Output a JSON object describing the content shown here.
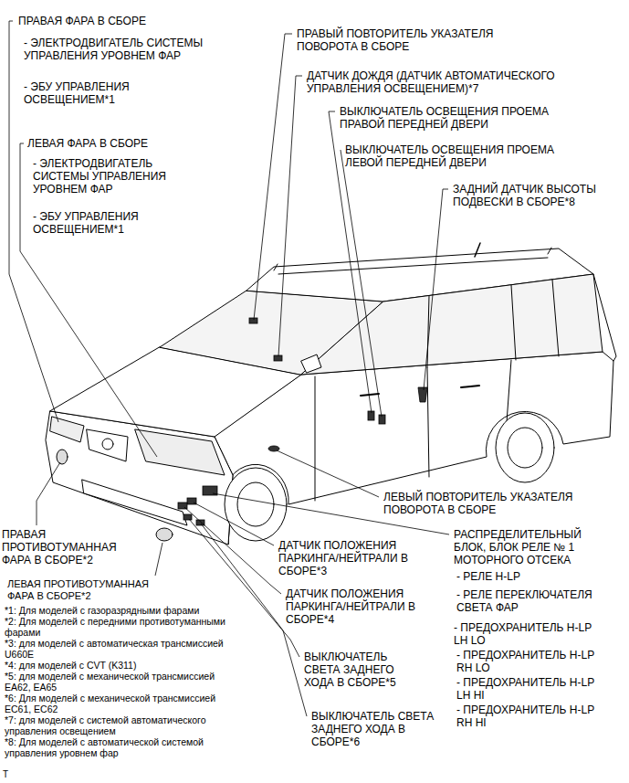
{
  "diagram": {
    "labels": [
      "ПРАВАЯ ФАРА В СБОРЕ",
      "- ЭЛЕКТРОДВИГАТЕЛЬ СИСТЕМЫ УПРАВЛЕНИЯ УРОВНЕМ ФАР",
      "- ЭБУ УПРАВЛЕНИЯ ОСВЕЩЕНИЕМ*1",
      "ЛЕВАЯ ФАРА В СБОРЕ",
      "- ЭЛЕКТРОДВИГАТЕЛЬ СИСТЕМЫ УПРАВЛЕНИЯ УРОВНЕМ ФАР",
      "- ЭБУ УПРАВЛЕНИЯ ОСВЕЩЕНИЕМ*1",
      "ПРАВЫЙ ПОВТОРИТЕЛЬ УКАЗАТЕЛЯ ПОВОРОТА В СБОРЕ",
      "ДАТЧИК ДОЖДЯ (ДАТЧИК АВТОМАТИЧЕСКОГО УПРАВЛЕНИЯ ОСВЕЩЕНИЕМ)*7",
      "ВЫКЛЮЧАТЕЛЬ ОСВЕЩЕНИЯ ПРОЕМА ПРАВОЙ ПЕРЕДНЕЙ ДВЕРИ",
      "ВЫКЛЮЧАТЕЛЬ ОСВЕЩЕНИЯ ПРОЕМА ЛЕВОЙ ПЕРЕДНЕЙ ДВЕРИ",
      "ЗАДНИЙ ДАТЧИК ВЫСОТЫ ПОДВЕСКИ В СБОРЕ*8",
      "ЛЕВЫЙ ПОВТОРИТЕЛЬ УКАЗАТЕЛЯ ПОВОРОТА В СБОРЕ",
      "ПРАВАЯ ПРОТИВОТУМАННАЯ ФАРА В СБОРЕ*2",
      "ДАТЧИК ПОЛОЖЕНИЯ ПАРКИНГА/НЕЙТРАЛИ В СБОРЕ*3",
      "РАСПРЕДЕЛИТЕЛЬНЫЙ БЛОК, БЛОК РЕЛЕ № 1 МОТОРНОГО ОТСЕКА",
      "- РЕЛЕ H-LP",
      "- РЕЛЕ ПЕРЕКЛЮЧАТЕЛЯ СВЕТА ФАР",
      "- ПРЕДОХРАНИТЕЛЬ H-LP LH LO",
      "- ПРЕДОХРАНИТЕЛЬ H-LP RH LO",
      "- ПРЕДОХРАНИТЕЛЬ H-LP LH HI",
      "- ПРЕДОХРАНИТЕЛЬ H-LP RH HI",
      "ЛЕВАЯ ПРОТИВОТУМАННАЯ ФАРА В СБОРЕ*2",
      "ДАТЧИК ПОЛОЖЕНИЯ ПАРКИНГА/НЕЙТРАЛИ В СБОРЕ*4",
      "ВЫКЛЮЧАТЕЛЬ СВЕТА ЗАДНЕГО ХОДА В СБОРЕ*5",
      "ВЫКЛЮЧАТЕЛЬ СВЕТА ЗАДНЕГО ХОДА В СБОРЕ*6",
      "*1: Для моделей с газоразрядными фарами",
      "*2: Для моделей с передними противотуманными фарами",
      "*3: для моделей с автоматическая трансмиссией U660E",
      "*4: для моделей с CVT (K311)",
      "*5: для моделей с механической трансмиссией EA62, EA65",
      "*6: Для моделей с механической трансмиссией EC61, EC62",
      "*7: для моделей с системой автоматического управления освещением",
      "*8: Для моделей с автоматической системой управления уровнем фар",
      "T"
    ]
  }
}
